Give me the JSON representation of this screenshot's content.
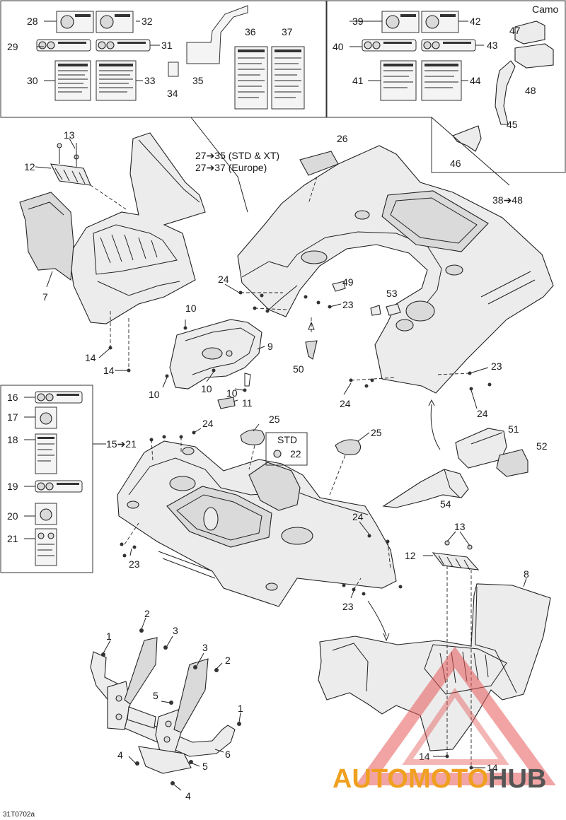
{
  "insets": {
    "labels_top": {
      "callouts": {
        "c28": "28",
        "c29": "29",
        "c30": "30",
        "c31": "31",
        "c32": "32",
        "c33": "33",
        "c34": "34",
        "c35": "35",
        "c36": "36",
        "c37": "37"
      }
    },
    "camo": {
      "title": "Camo",
      "callouts": {
        "c39": "39",
        "c40": "40",
        "c41": "41",
        "c42": "42",
        "c43": "43",
        "c44": "44",
        "c45": "45",
        "c46": "46",
        "c47": "47",
        "c48": "48"
      }
    },
    "labels_left": {
      "callouts": {
        "c16": "16",
        "c17": "17",
        "c18": "18",
        "c19": "19",
        "c20": "20",
        "c21": "21"
      }
    },
    "std": {
      "title": "STD",
      "callout": "22"
    }
  },
  "ranges": {
    "r27a": "27➔35 (STD & XT)",
    "r27b": "27➔37 (Europe)",
    "r38": "38➔48",
    "r15": "15➔21"
  },
  "callouts": {
    "c1a": "1",
    "c1b": "1",
    "c2a": "2",
    "c2b": "2",
    "c3a": "3",
    "c3b": "3",
    "c4a": "4",
    "c4b": "4",
    "c5a": "5",
    "c5b": "5",
    "c6": "6",
    "c7": "7",
    "c8": "8",
    "c9": "9",
    "c10a": "10",
    "c10b": "10",
    "c10c": "10",
    "c10d": "10",
    "c11": "11",
    "c12a": "12",
    "c12b": "12",
    "c13a": "13",
    "c13b": "13",
    "c14a": "14",
    "c14b": "14",
    "c14c": "14",
    "c14d": "14",
    "c23a": "23",
    "c23b": "23",
    "c23c": "23",
    "c23d": "23",
    "c24a": "24",
    "c24b": "24",
    "c24c": "24",
    "c24d": "24",
    "c24e": "24",
    "c25a": "25",
    "c25b": "25",
    "c26": "26",
    "c49": "49",
    "c50": "50",
    "c51": "51",
    "c52": "52",
    "c53": "53",
    "c54": "54"
  },
  "figure_code": "31T0702a",
  "watermark": {
    "part1": "AUTOMOTO",
    "part2": "HUB",
    "color1": "#f0a020",
    "color2": "#555555",
    "triangle_color": "#e75a5a"
  }
}
